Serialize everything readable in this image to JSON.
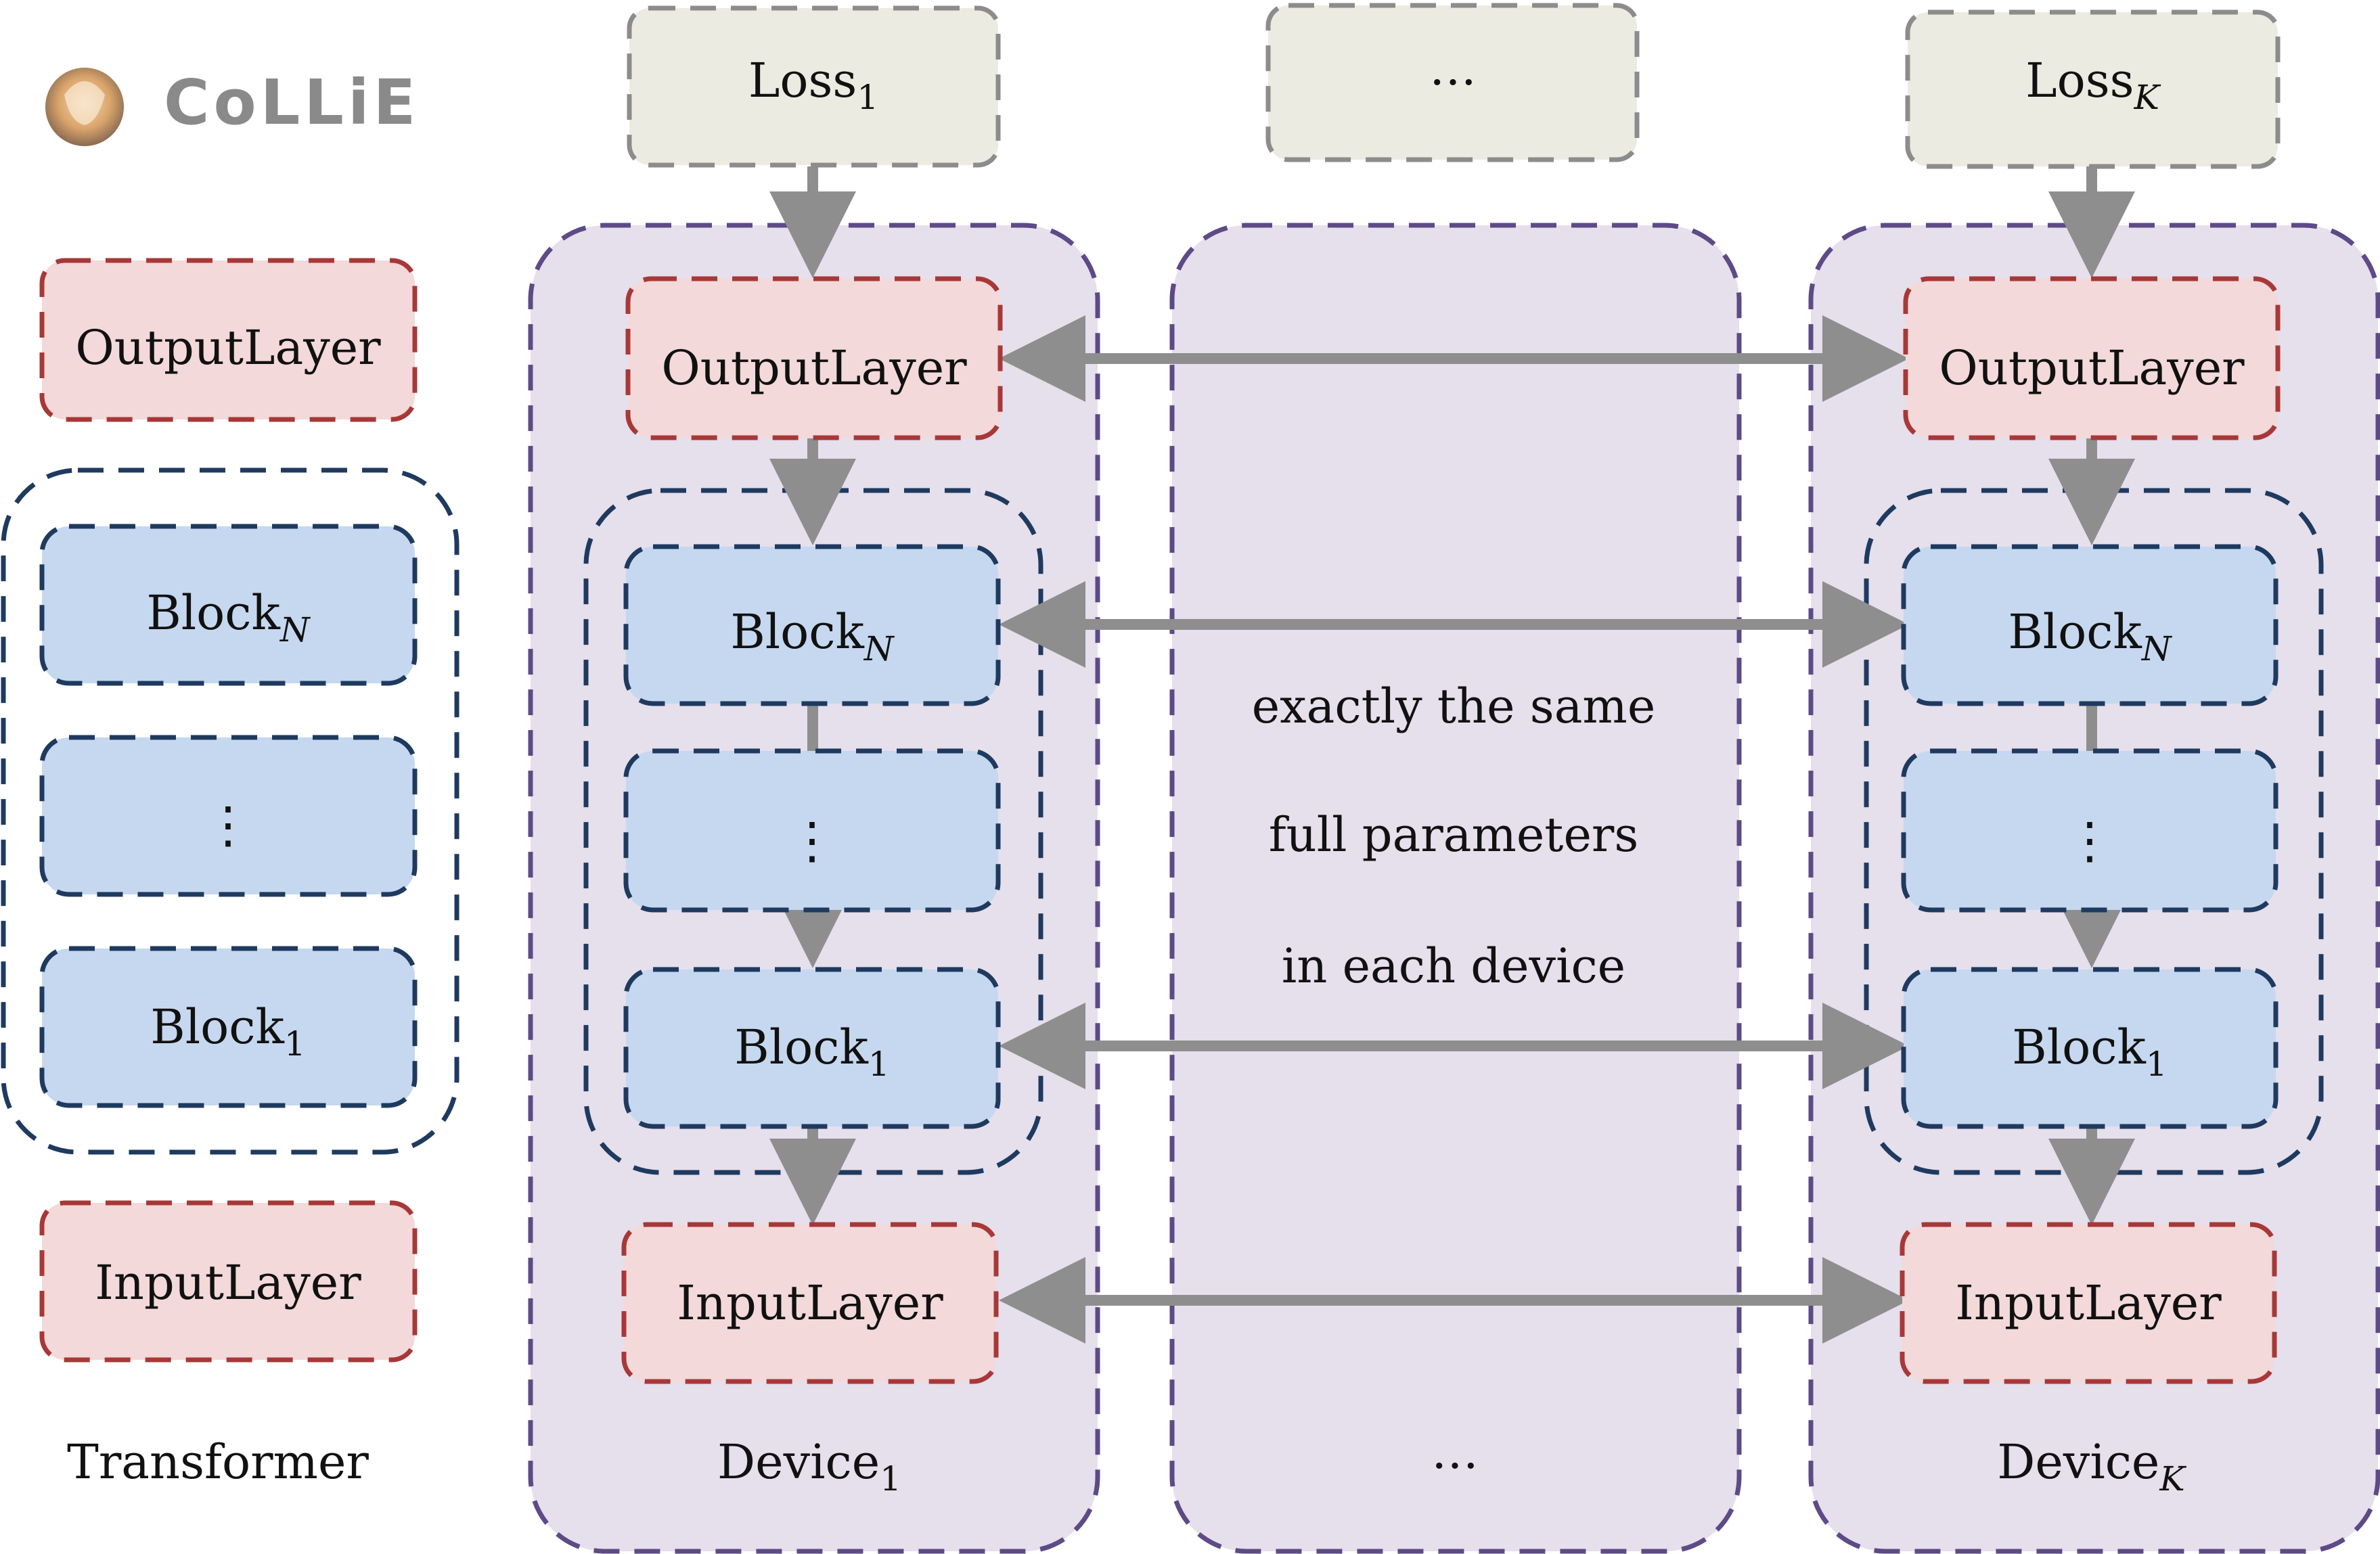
{
  "logo": {
    "text": "CoLLiE"
  },
  "transformer": {
    "caption": "Transformer",
    "output_layer": "OutputLayer",
    "block_n": {
      "base": "Block",
      "sub": "N"
    },
    "block_dots": "⋮",
    "block_1": {
      "base": "Block",
      "sub": "1"
    },
    "input_layer": "InputLayer"
  },
  "devices": [
    {
      "loss": {
        "base": "Loss",
        "sub": "1"
      },
      "output_layer": "OutputLayer",
      "block_n": {
        "base": "Block",
        "sub": "N"
      },
      "block_dots": "⋮",
      "block_1": {
        "base": "Block",
        "sub": "1"
      },
      "input_layer": "InputLayer",
      "caption": {
        "base": "Device",
        "sub": "1"
      }
    },
    {
      "loss": "…",
      "note_lines": [
        "exactly the same",
        "full parameters",
        "in each device"
      ],
      "caption": "…"
    },
    {
      "loss": {
        "base": "Loss",
        "sub": "K"
      },
      "output_layer": "OutputLayer",
      "block_n": {
        "base": "Block",
        "sub": "N"
      },
      "block_dots": "⋮",
      "block_1": {
        "base": "Block",
        "sub": "1"
      },
      "input_layer": "InputLayer",
      "caption": {
        "base": "Device",
        "sub": "K"
      }
    }
  ],
  "colors": {
    "loss_fill": "#ecebe1",
    "loss_stroke": "#8c8c8c",
    "layer_fill": "#f3d9d9",
    "layer_stroke": "#a83838",
    "block_fill": "#c5d8ef",
    "block_stroke": "#1f3a5f",
    "device_fill": "#e6dfec",
    "device_stroke": "#5e4a86",
    "arrow": "#8e8e8e"
  }
}
